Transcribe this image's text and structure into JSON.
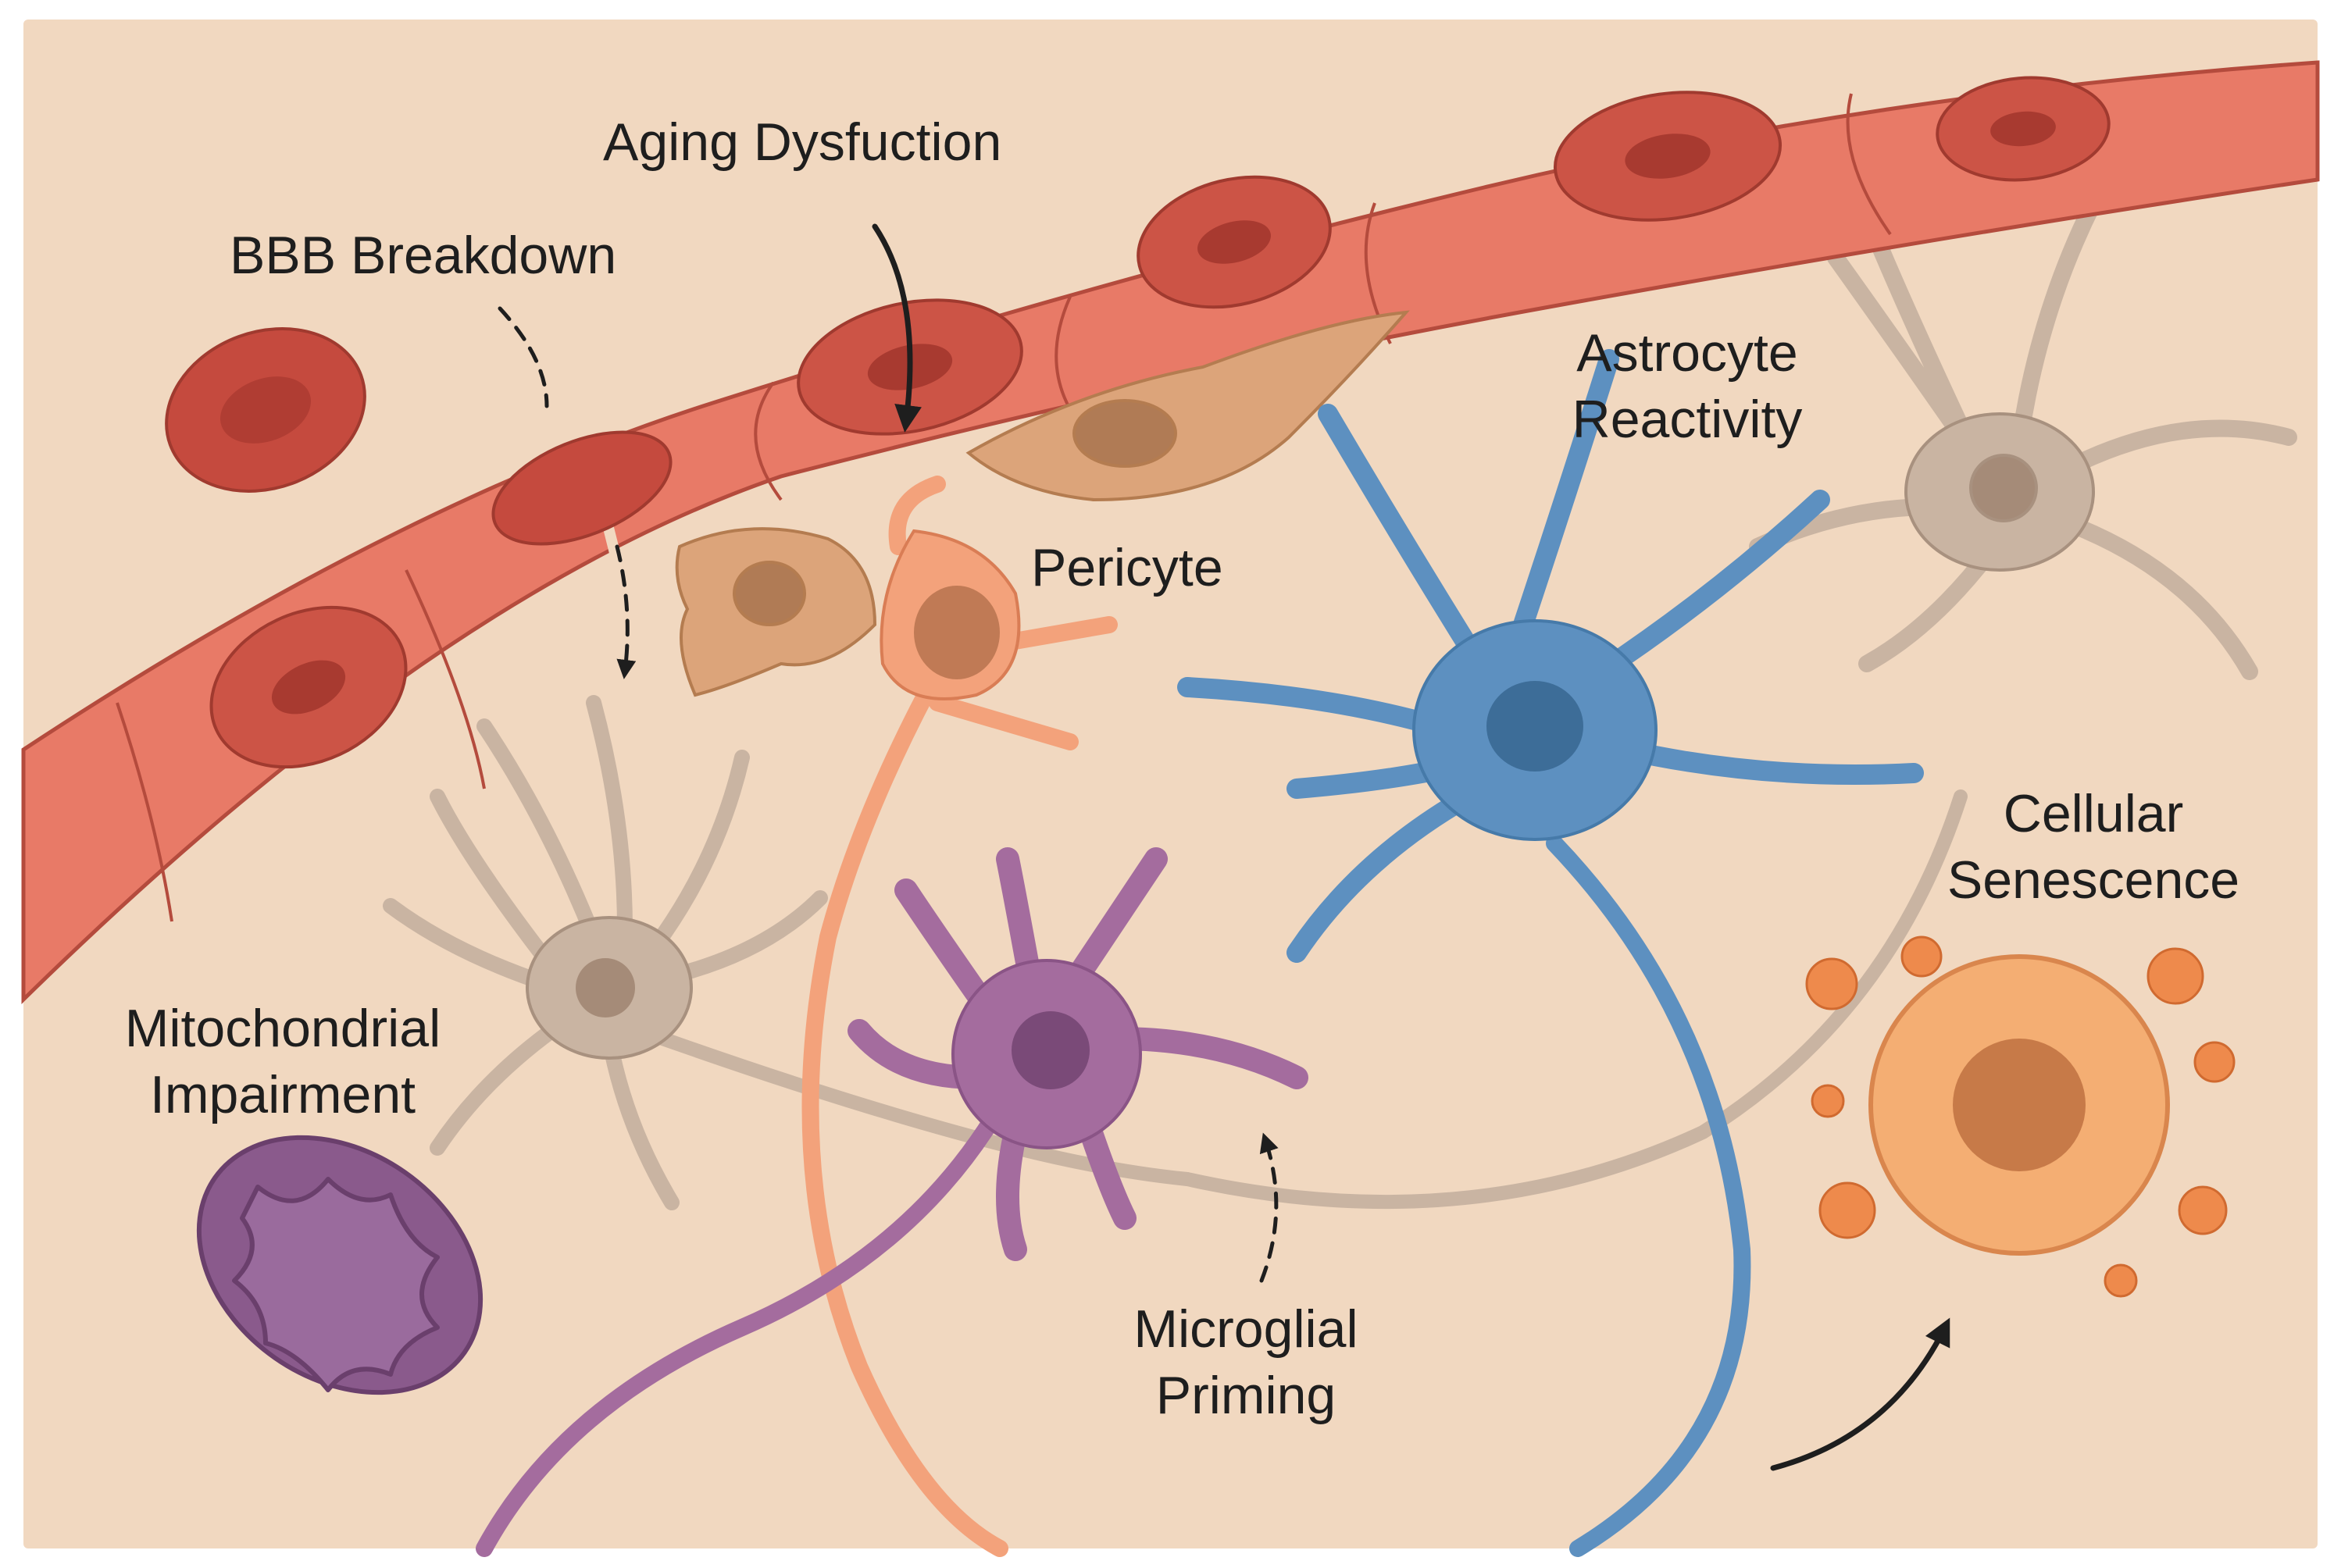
{
  "labels": {
    "aging_dysfunction": "Aging Dysfuction",
    "bbb_breakdown": "BBB Breakdown",
    "astrocyte_reactivity_1": "Astrocyte",
    "astrocyte_reactivity_2": "Reactivity",
    "pericyte": "Pericyte",
    "cellular_senescence_1": "Cellular",
    "cellular_senescence_2": "Senescence",
    "mitochondrial_impairment_1": "Mitochondrial",
    "mitochondrial_impairment_2": "Impairment",
    "microglial_priming_1": "Microglial",
    "microglial_priming_2": "Priming"
  },
  "colors": {
    "background": "#f1d8c0",
    "vessel": "#e87a67",
    "vessel_edge": "#b44b3d",
    "red_blood_cell": "#c54a3e",
    "pericyte": "#dca47a",
    "astrocyte": "#5d90c0",
    "microglia": "#a46c9e",
    "neuron_gray": "#c9b4a2",
    "neuron_orange": "#f3a27b",
    "senescent_cell": "#f4ae73",
    "sasp_dots": "#ee8a4c",
    "mitochondrion": "#8a5a8c",
    "text": "#1e1e1e"
  }
}
